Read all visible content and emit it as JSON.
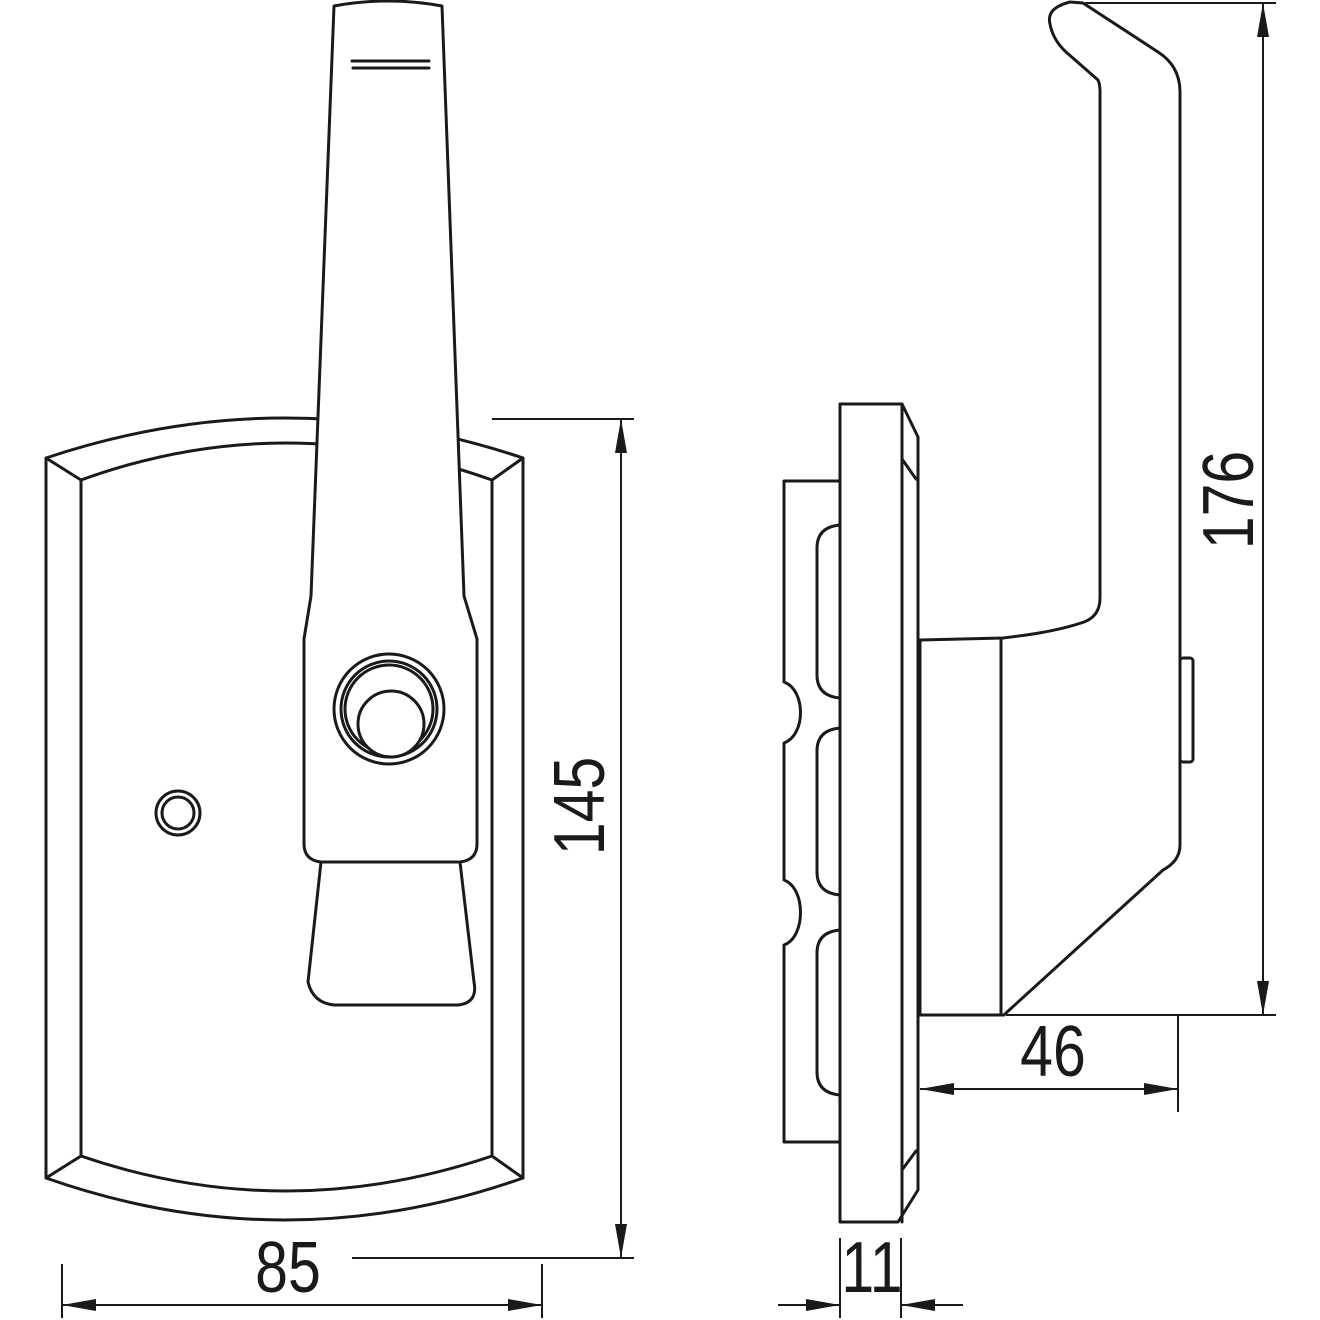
{
  "drawing": {
    "background_color": "#ffffff",
    "line_color": "#1a1a1a",
    "views": {
      "front_view_name": "handle-front-view",
      "side_view_name": "handle-side-view"
    },
    "dimensions": {
      "plate_width": {
        "label": "85"
      },
      "plate_height": {
        "label": "145"
      },
      "plate_thickness": {
        "label": "11"
      },
      "handle_depth": {
        "label": "46"
      },
      "handle_height": {
        "label": "176"
      }
    }
  }
}
